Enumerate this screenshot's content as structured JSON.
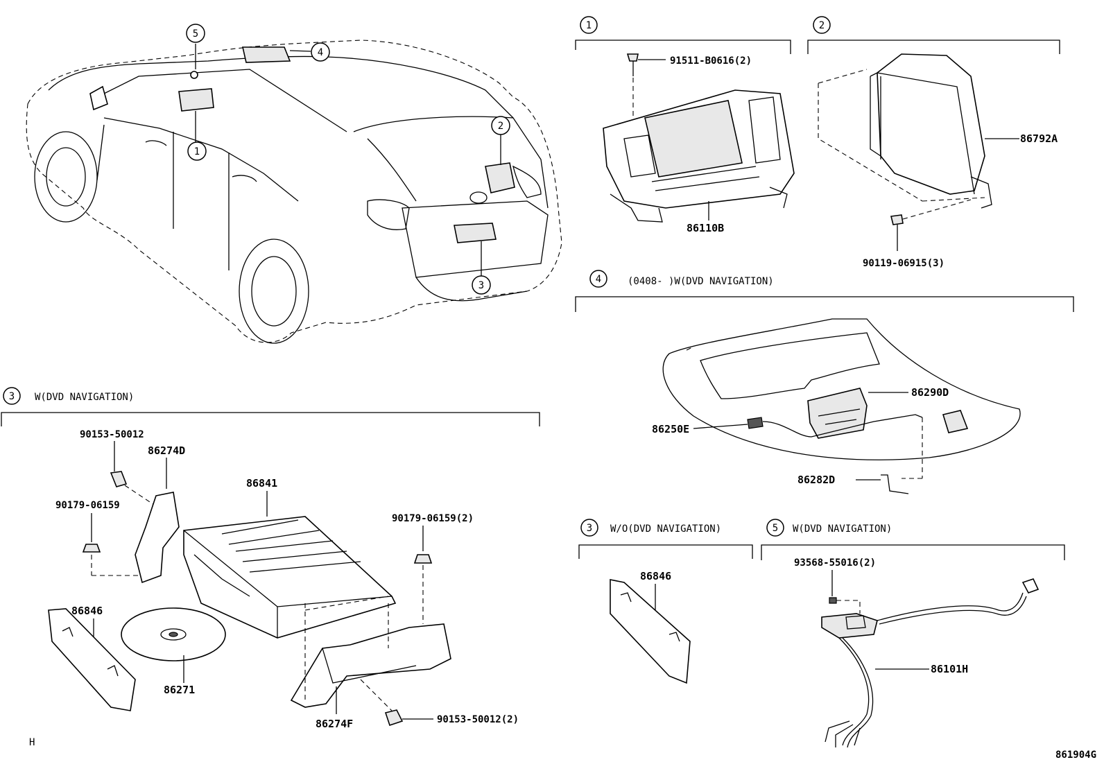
{
  "diagram": {
    "footer_code": "861904G",
    "corner_mark": "H",
    "callouts": {
      "c1": "1",
      "c2": "2",
      "c3": "3",
      "c4": "4",
      "c5": "5"
    },
    "sections": {
      "s1": {
        "num": "1",
        "parts": {
          "screw": "91511-B0616(2)",
          "display": "86110B"
        }
      },
      "s2": {
        "num": "2",
        "parts": {
          "module": "86792A",
          "bolt": "90119-06915(3)"
        }
      },
      "s4": {
        "num": "4",
        "caption": "(0408-      )W(DVD NAVIGATION)",
        "parts": {
          "unit": "86290D",
          "harness": "86250E",
          "bracket": "86282D"
        }
      },
      "s3w": {
        "num": "3",
        "caption": "W(DVD NAVIGATION)",
        "parts": {
          "bolt_top": "90153-50012",
          "bracket_left": "86274D",
          "nut_left": "90179-06159",
          "player": "86841",
          "nut_right": "90179-06159(2)",
          "cover": "86846",
          "disc": "86271",
          "bracket_bottom": "86274F",
          "bolt_bottom": "90153-50012(2)"
        }
      },
      "s3wo": {
        "num": "3",
        "caption": "W/O(DVD NAVIGATION)",
        "parts": {
          "cover": "86846"
        }
      },
      "s5": {
        "num": "5",
        "caption": "W(DVD NAVIGATION)",
        "parts": {
          "clip": "93568-55016(2)",
          "cable": "86101H"
        }
      }
    }
  }
}
